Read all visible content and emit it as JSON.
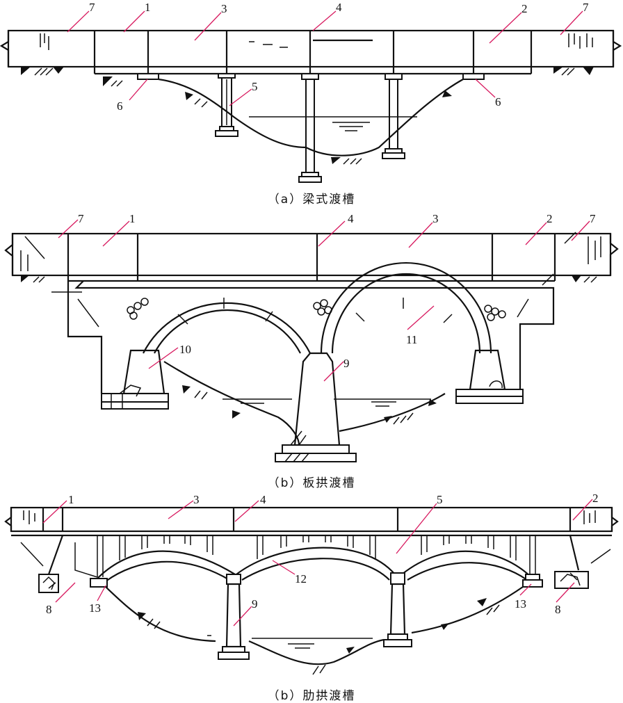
{
  "captions": {
    "a": "（a）梁式渡槽",
    "b": "（b）板拱渡槽",
    "c": "（b）肋拱渡槽"
  },
  "labels_a": [
    "7",
    "1",
    "3",
    "4",
    "2",
    "7",
    "6",
    "5",
    "6"
  ],
  "labels_b": [
    "7",
    "1",
    "4",
    "3",
    "2",
    "7",
    "10",
    "9",
    "11"
  ],
  "labels_c": [
    "1",
    "3",
    "4",
    "5",
    "2",
    "12",
    "8",
    "13",
    "9",
    "13",
    "8"
  ]
}
